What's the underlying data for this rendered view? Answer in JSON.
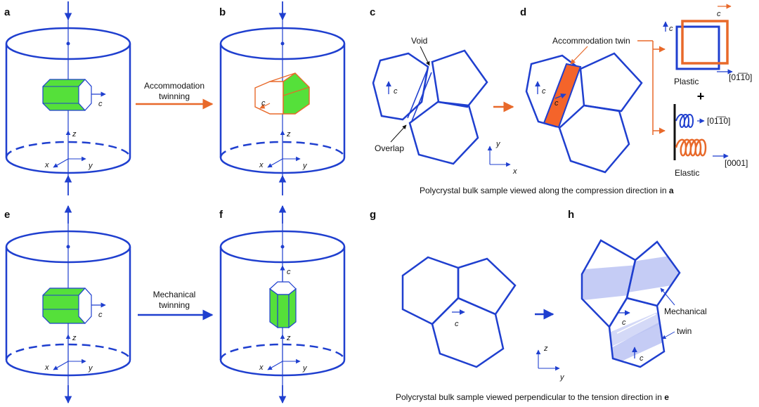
{
  "panels": {
    "a": "a",
    "b": "b",
    "c": "c",
    "d": "d",
    "e": "e",
    "f": "f",
    "g": "g",
    "h": "h"
  },
  "labels": {
    "accommodation_twinning_line1": "Accommodation",
    "accommodation_twinning_line2": "twinning",
    "mechanical_twinning_line1": "Mechanical",
    "mechanical_twinning_line2": "twinning",
    "void": "Void",
    "overlap": "Overlap",
    "accommodation_twin": "Accommodation twin",
    "plastic": "Plastic",
    "elastic": "Elastic",
    "plus": "+",
    "dir_01m10": "[01̅1̅0]",
    "dir_0001": "[0001]",
    "mechanical": "Mechanical",
    "twin": "twin",
    "caption_top": "Polycrystal bulk sample viewed along the compression direction in",
    "caption_top_ref": "a",
    "caption_bottom": "Polycrystal bulk sample viewed perpendicular to the tension direction in",
    "caption_bottom_ref": "e"
  },
  "axes": {
    "c": "c",
    "x": "x",
    "y": "y",
    "z": "z"
  },
  "colors": {
    "blue": "#1f3fcf",
    "orange": "#e8692a",
    "green": "#55e03a",
    "twin_band": "#b7bff2"
  }
}
